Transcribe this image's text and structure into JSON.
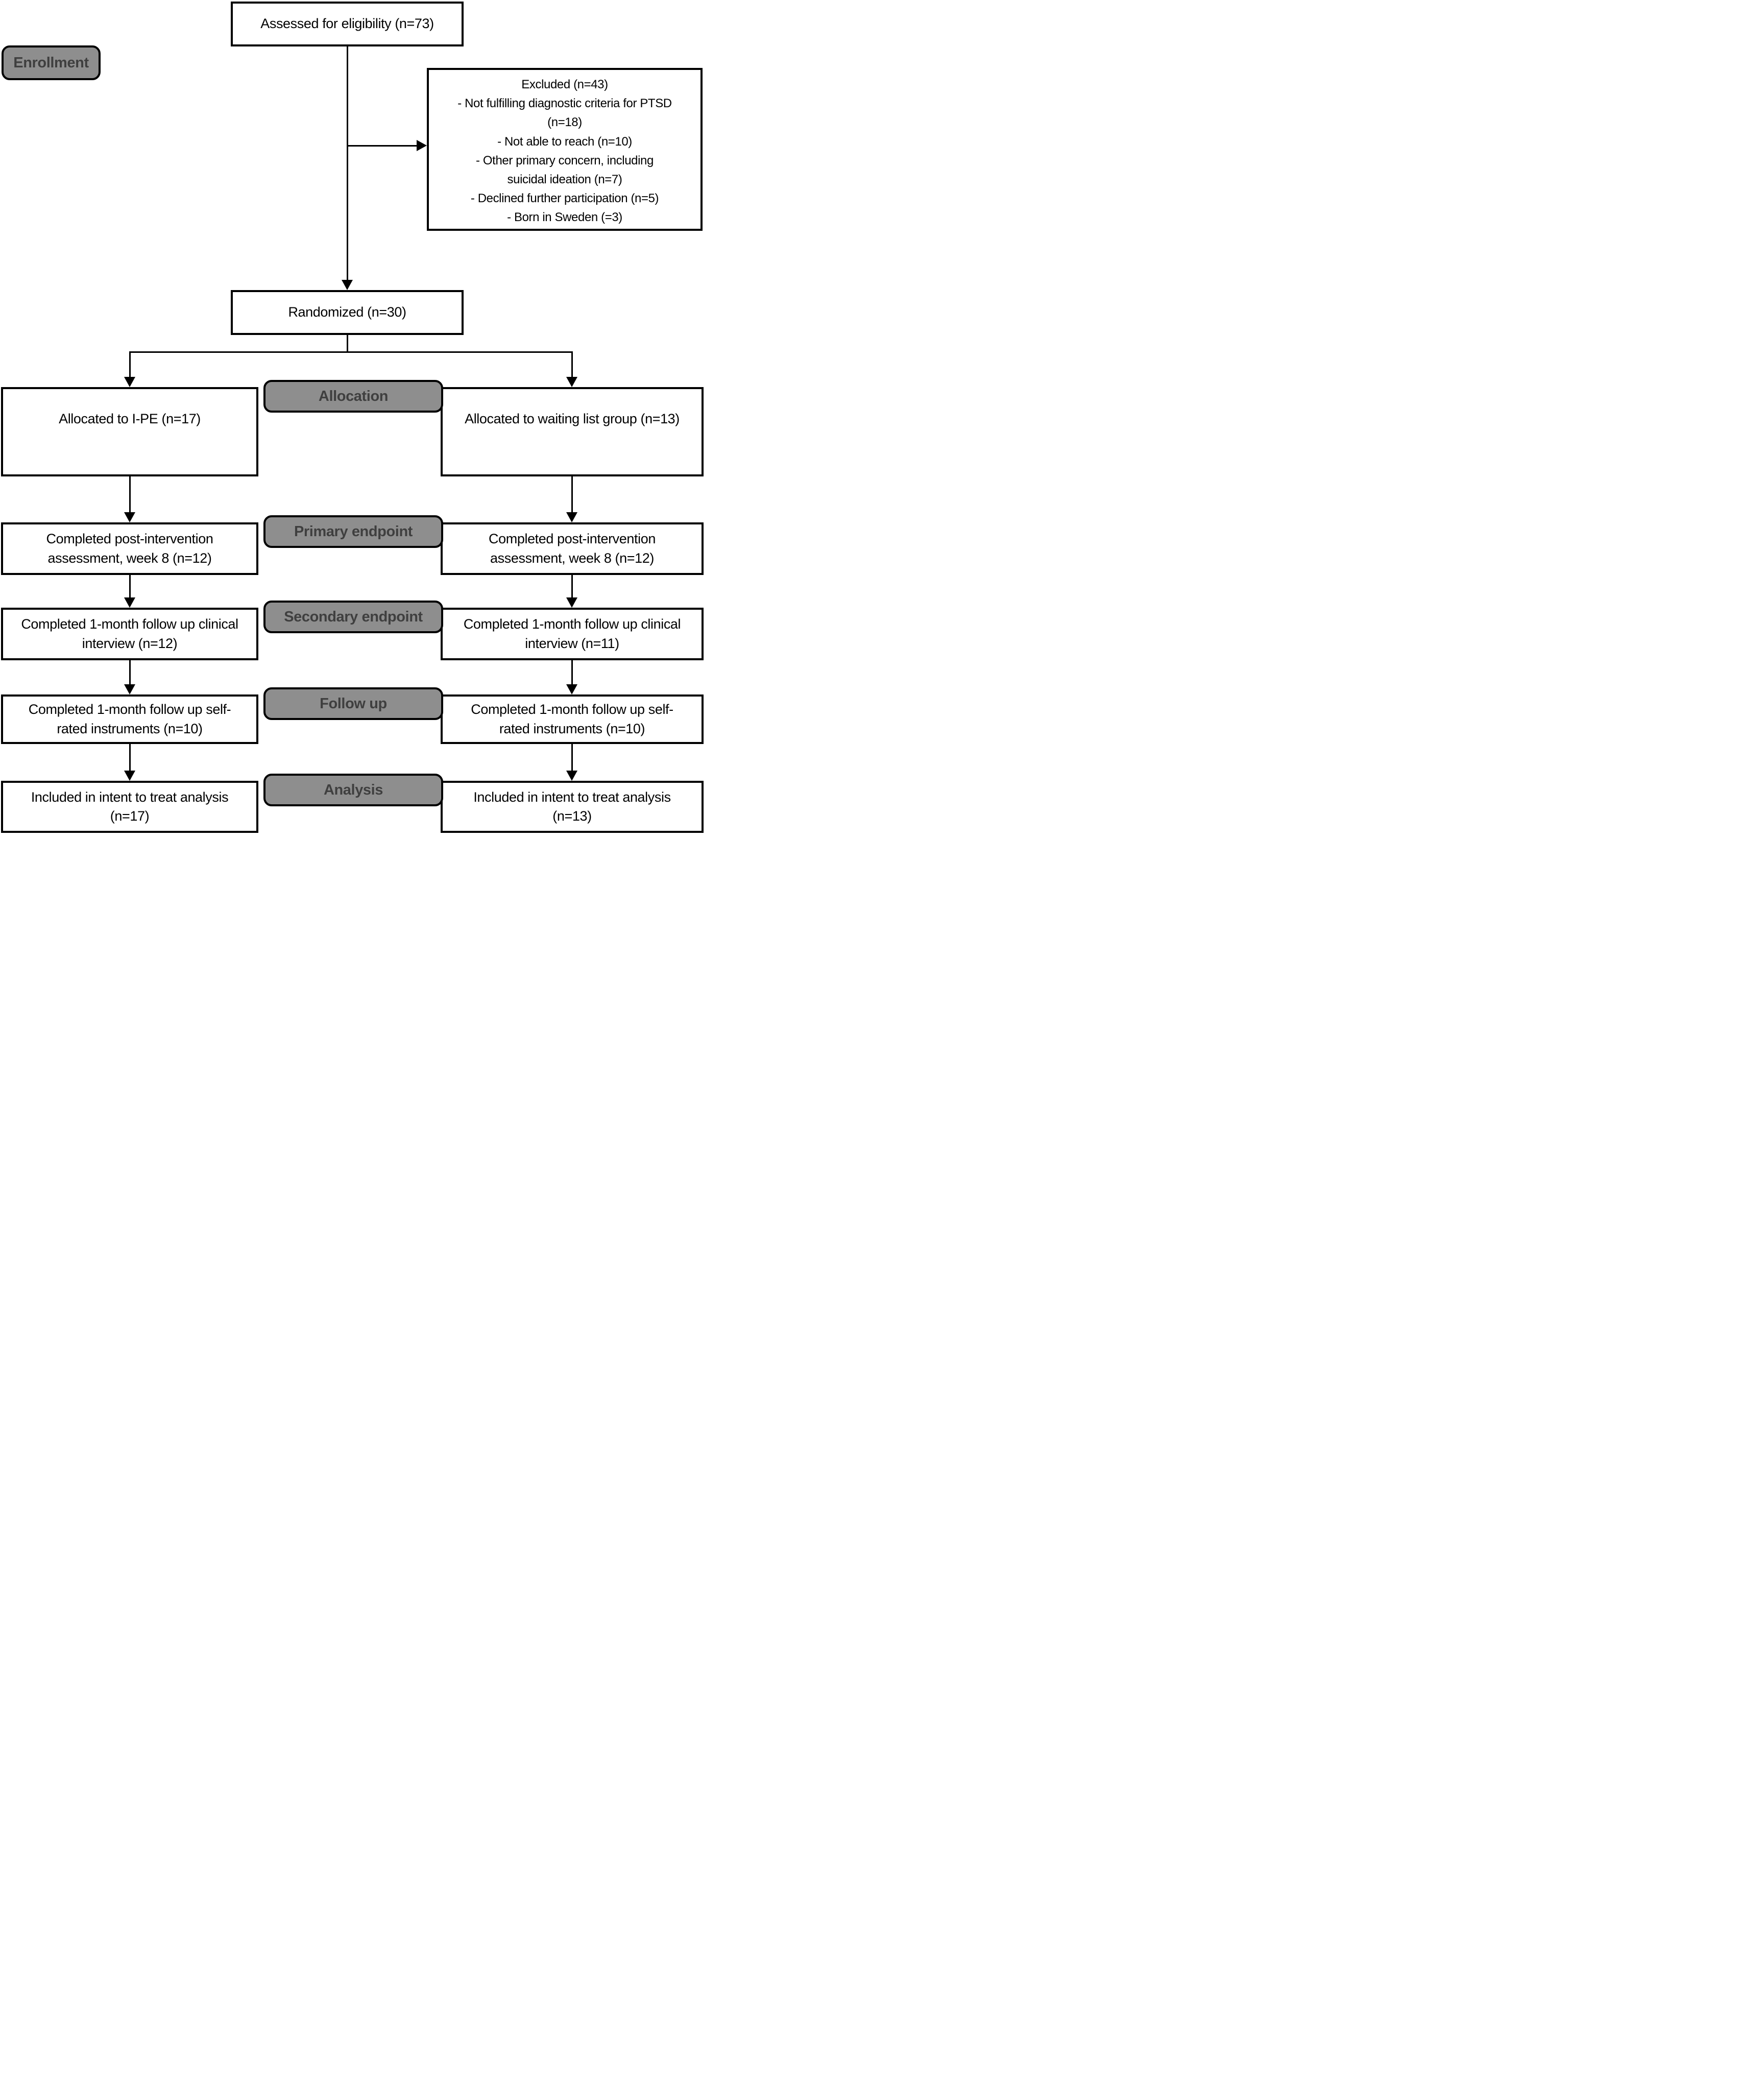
{
  "colors": {
    "label_bg": "#8e8e8e",
    "label_text": "#3f3f3f",
    "line": "#000000",
    "box_bg": "#ffffff"
  },
  "stage_labels": {
    "enrollment": "Enrollment",
    "allocation": "Allocation",
    "primary_endpoint": "Primary endpoint",
    "secondary_endpoint": "Secondary endpoint",
    "follow_up": "Follow up",
    "analysis": "Analysis"
  },
  "boxes": {
    "assessed": "Assessed for eligibility (n=73)",
    "excluded": {
      "title": "Excluded (n=43)",
      "items": [
        "- Not fulfilling diagnostic criteria for PTSD\n(n=18)",
        "- Not able to reach (n=10)",
        "- Other primary concern, including\nsuicidal ideation (n=7)",
        "- Declined further participation (n=5)",
        "- Born in Sweden (=3)"
      ]
    },
    "randomized": "Randomized (n=30)",
    "left_arm": {
      "allocation": "Allocated to I-PE (n=17)",
      "primary_endpoint": "Completed post-intervention\nassessment, week 8 (n=12)",
      "secondary_endpoint": "Completed 1-month follow up clinical\ninterview (n=12)",
      "follow_up": "Completed 1-month follow up self-\nrated instruments (n=10)",
      "analysis": "Included in intent to treat analysis\n(n=17)"
    },
    "right_arm": {
      "allocation": "Allocated to waiting list group (n=13)",
      "primary_endpoint": "Completed post-intervention\nassessment, week 8 (n=12)",
      "secondary_endpoint": "Completed 1-month follow up clinical\ninterview (n=11)",
      "follow_up": "Completed 1-month follow up self-\nrated instruments (n=10)",
      "analysis": "Included in intent to treat analysis\n(n=13)"
    }
  }
}
